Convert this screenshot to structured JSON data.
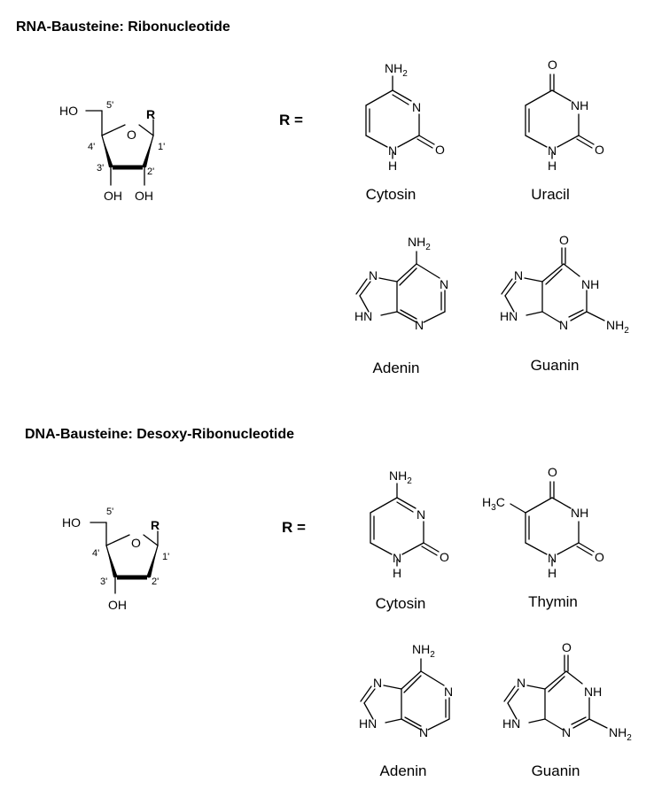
{
  "rna": {
    "heading": "RNA-Bausteine: Ribonucleotide",
    "equals": "R =",
    "sugar": {
      "r": "R",
      "ho": "HO",
      "oh3": "OH",
      "oh2": "OH",
      "o": "O",
      "p5": "5'",
      "p4": "4'",
      "p3": "3'",
      "p2": "2'",
      "p1": "1'"
    },
    "bases": [
      "Cytosin",
      "Uracil",
      "Adenin",
      "Guanin"
    ]
  },
  "dna": {
    "heading": "DNA-Bausteine: Desoxy-Ribonucleotide",
    "equals": "R =",
    "sugar": {
      "r": "R",
      "ho": "HO",
      "oh3": "OH",
      "o": "O",
      "p5": "5'",
      "p4": "4'",
      "p3": "3'",
      "p2": "2'",
      "p1": "1'"
    },
    "bases": [
      "Cytosin",
      "Thymin",
      "Adenin",
      "Guanin"
    ]
  },
  "atoms": {
    "n": "N",
    "nh": "NH",
    "hn": "HN",
    "h": "H",
    "o": "O",
    "nh2_main": "NH",
    "nh2_sub": "2",
    "ch3_h": "H",
    "ch3_sub": "3",
    "ch3_c": "C"
  }
}
